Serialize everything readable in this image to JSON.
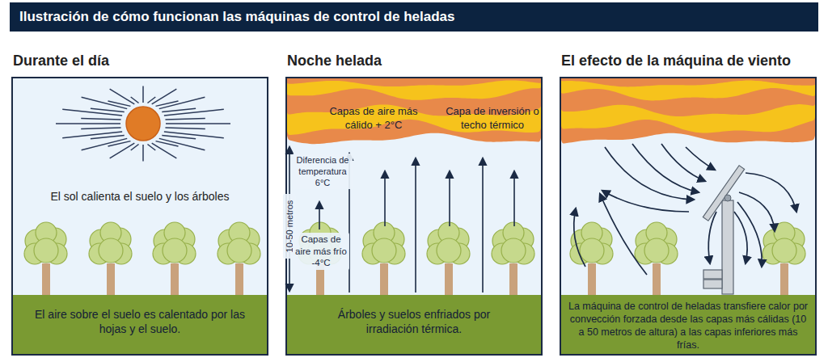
{
  "diagram": {
    "title": "Ilustración de cómo funcionan las máquinas de control de heladas",
    "nodes": [
      {
        "text": [
          "Durante el día",
          "El sol calienta el suelo y los árboles"
        ]
      },
      {
        "text": [
          "El aire sobre el suelo es calentado por las hojas y el suelo."
        ],
        "in": 0
      },
      {
        "text": [
          "Noche helada"
        ]
      },
      {
        "text": [
          "Capas de aire más cálido + 2°C",
          "Capa de inversión o techo térmico"
        ],
        "in": 2
      },
      {
        "text": [
          "Árboles y suelos enfriados por irradiación térmica."
        ],
        "in": 2
      },
      {
        "text": [
          "El efecto de la máquina de viento"
        ]
      },
      {
        "text": [
          "La máquina de control de heladas transfiere calor por convección forzada desde las capas más cálidas (10 a 50 metros de altura) a las capas inferiores más frías."
        ],
        "in": 5
      }
    ],
    "labels": [
      "Diferencia de temperatura 6°C",
      "10-50 metros",
      "Capas de aire más frío -4°C"
    ]
  }
}
